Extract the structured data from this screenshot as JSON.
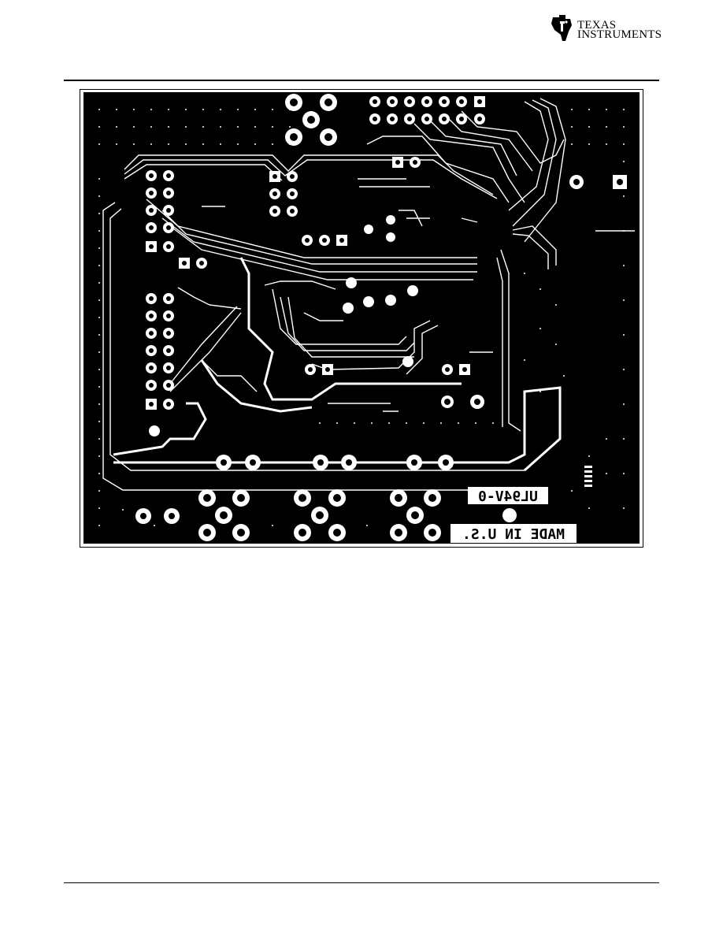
{
  "header": {
    "logo": {
      "name": "ti-logo",
      "line1": "TEXAS",
      "line2": "INSTRUMENTS"
    }
  },
  "board": {
    "layer": "bottom-copper",
    "silkscreen": {
      "rating": "UL94V-0",
      "origin": "MADE IN U.S."
    },
    "colors": {
      "copper": "#000000",
      "clearance": "#ffffff"
    }
  }
}
